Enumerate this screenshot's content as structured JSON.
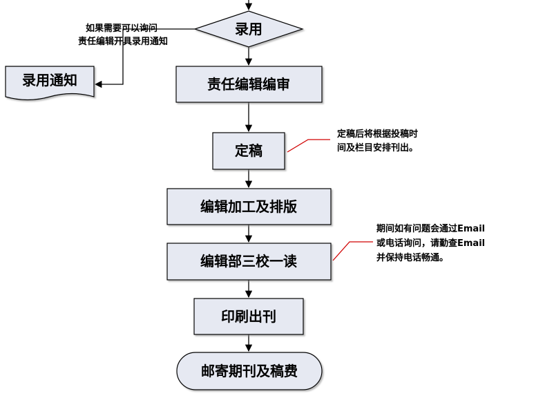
{
  "nodes": {
    "decision": "录用",
    "review": "责任编辑编审",
    "finalize": "定稿",
    "editing": "编辑加工及排版",
    "proofread": "编辑部三校一读",
    "printing": "印刷出刊",
    "mailing": "邮寄期刊及稿费",
    "document": "录用通知"
  },
  "notes": {
    "notify": [
      "如果需要可以询问",
      "责任编辑开具录用通知"
    ],
    "schedule": [
      "定稿后将根据投稿时",
      "间及栏目安排刊出。"
    ],
    "contact": [
      "期间如有问题会通过Email",
      "或电话询问，请勤查Email",
      "并保持电话畅通。"
    ]
  },
  "colors": {
    "node_fill": "#e6e9f2",
    "node_stroke": "#000000",
    "connector": "#000000",
    "callout_line": "#d00000"
  }
}
